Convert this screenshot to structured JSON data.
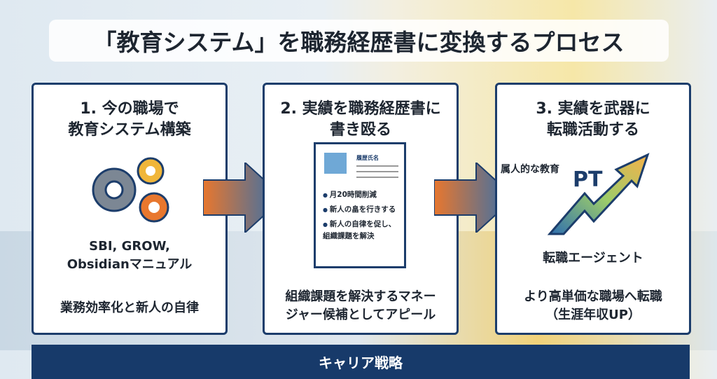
{
  "title": "「教育システム」を職務経歴書に変換するプロセス",
  "steps": [
    {
      "heading_1": "1. 今の職場で",
      "heading_2": "教育システム構築",
      "tools_1": "SBI, GROW,",
      "tools_2": "Obsidianマニュアル",
      "result": "業務効率化と新人の自律"
    },
    {
      "heading_1": "2. 実績を職務経歴書に",
      "heading_2": "書き殴る",
      "doc_name": "履歴氏名",
      "bullets": [
        "月20時間削減",
        "新人の畠を行きする",
        "新人の自律を促し、組織課題を解決"
      ],
      "result_1": "組織課題を解決するマネー",
      "result_2": "ジャー候補としてアピール"
    },
    {
      "heading_1": "3. 実績を武器に",
      "heading_2": "転職活動する",
      "label_left": "属人的な教育",
      "label_pt": "PT",
      "agent": "転職エージェント",
      "result_1": "より高単価な職場へ転職",
      "result_2": "（生涯年収UP）"
    }
  ],
  "footer": "キャリア戦略",
  "colors": {
    "navy": "#173a6a",
    "orange": "#e8772e",
    "blue": "#2e6fb0"
  }
}
